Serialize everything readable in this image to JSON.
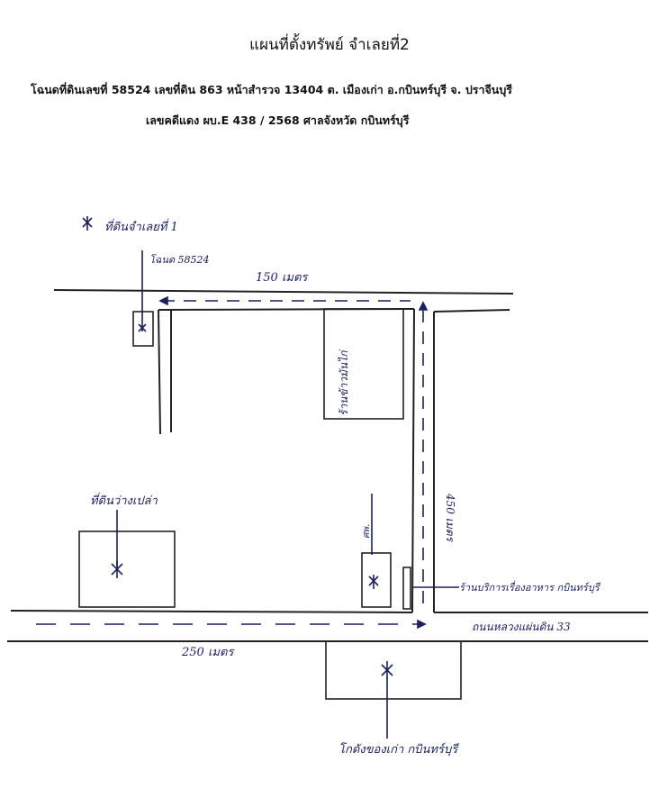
{
  "header": {
    "title": "แผนที่ตั้งทรัพย์ จำเลยที่2",
    "land_info": "โฉนดที่ดินเลขที่ 58524  เลขที่ดิน 863 หน้าสำรวจ 13404 ต. เมืองเก่า อ.กบินทร์บุรี จ. ปราจีนบุรี",
    "case_info": "เลขคดีแดง ผบ.E 438 / 2568  ศาลจังหวัด กบินทร์บุรี"
  },
  "map": {
    "top_road_distance": "150 เมตร",
    "bottom_road_distance": "250 เมตร",
    "side_road_distance": "450 เมตร",
    "bottom_road_name": "ถนนหลวงแผ่นดิน 33",
    "landmark_topleft": "ที่ดินจำเลยที่ 1",
    "landmark_topleft_sub": "โฉนด 58524",
    "landmark_left": "ที่ดินว่างเปล่า",
    "landmark_center_box": "ร้านข้าวมันไก่",
    "landmark_small_box": "ศพ.",
    "landmark_bottom": "โกดังของเก่า กบินทร์บุรี",
    "landmark_right_arrow": "ร้านบริการเรื่องอาหาร กบินทร์บุรี",
    "ink_color": "#1a1f66",
    "line_color": "#222222"
  }
}
